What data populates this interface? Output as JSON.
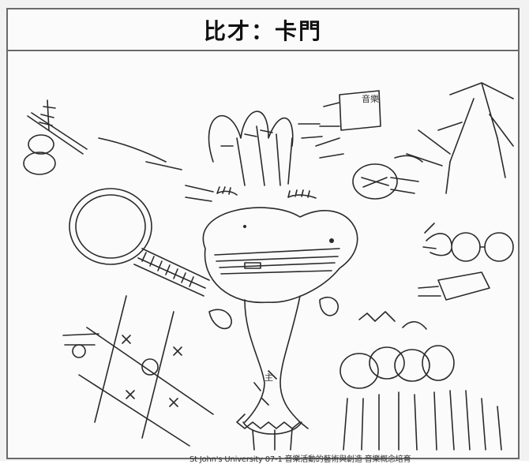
{
  "title": "比才：卡門",
  "caption": "St John's University 07-1 音樂活動的藝術與創造 音樂概念培育",
  "drawing_labels": {
    "tree_label": "主",
    "sign_label": "音樂"
  },
  "colors": {
    "ink": "#2a2a2a",
    "frame": "#6a6a6a",
    "paper": "#fbfbfb"
  },
  "illustration": "hand-drawn mind-map sketch"
}
